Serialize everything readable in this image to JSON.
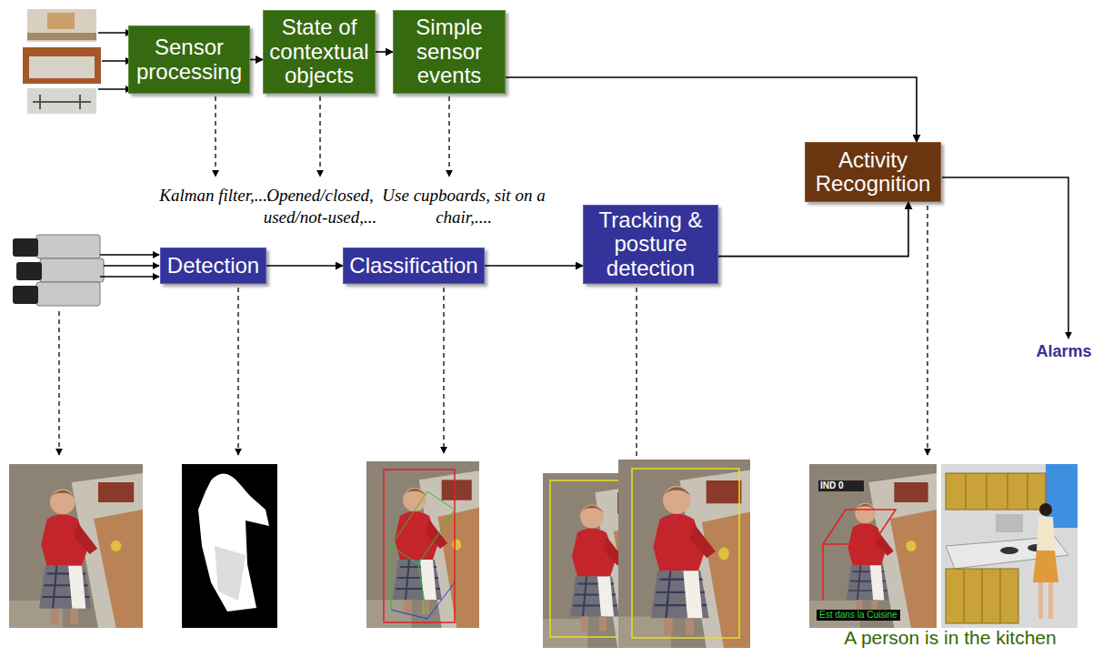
{
  "diagram": {
    "nodes": [
      {
        "text": [
          "Sensor processing"
        ]
      },
      {
        "text": [
          "State of contextual objects"
        ]
      },
      {
        "text": [
          "Simple sensor events"
        ]
      },
      {
        "text": [
          "Activity Recognition"
        ]
      },
      {
        "text": [
          "Detection"
        ]
      },
      {
        "text": [
          "Classification"
        ]
      },
      {
        "text": [
          "Tracking & posture detection"
        ]
      }
    ],
    "edges": [
      {
        "from": 0,
        "to": 1,
        "arrow": "to"
      },
      {
        "from": 1,
        "to": 2,
        "arrow": "to"
      },
      {
        "from": 2,
        "to": 3,
        "arrow": "to"
      },
      {
        "from": 4,
        "to": 5,
        "arrow": "to"
      },
      {
        "from": 5,
        "to": 6,
        "arrow": "to"
      },
      {
        "from": 6,
        "to": 3,
        "arrow": "to"
      }
    ],
    "labels": [
      "Kalman filter,....",
      "Opened/closed, used/not-used,...",
      "Use cupboards, sit on a chair,....",
      "Alarms",
      "IND 0",
      "Est dans la Cuisine",
      "A person is in the kitchen"
    ]
  }
}
